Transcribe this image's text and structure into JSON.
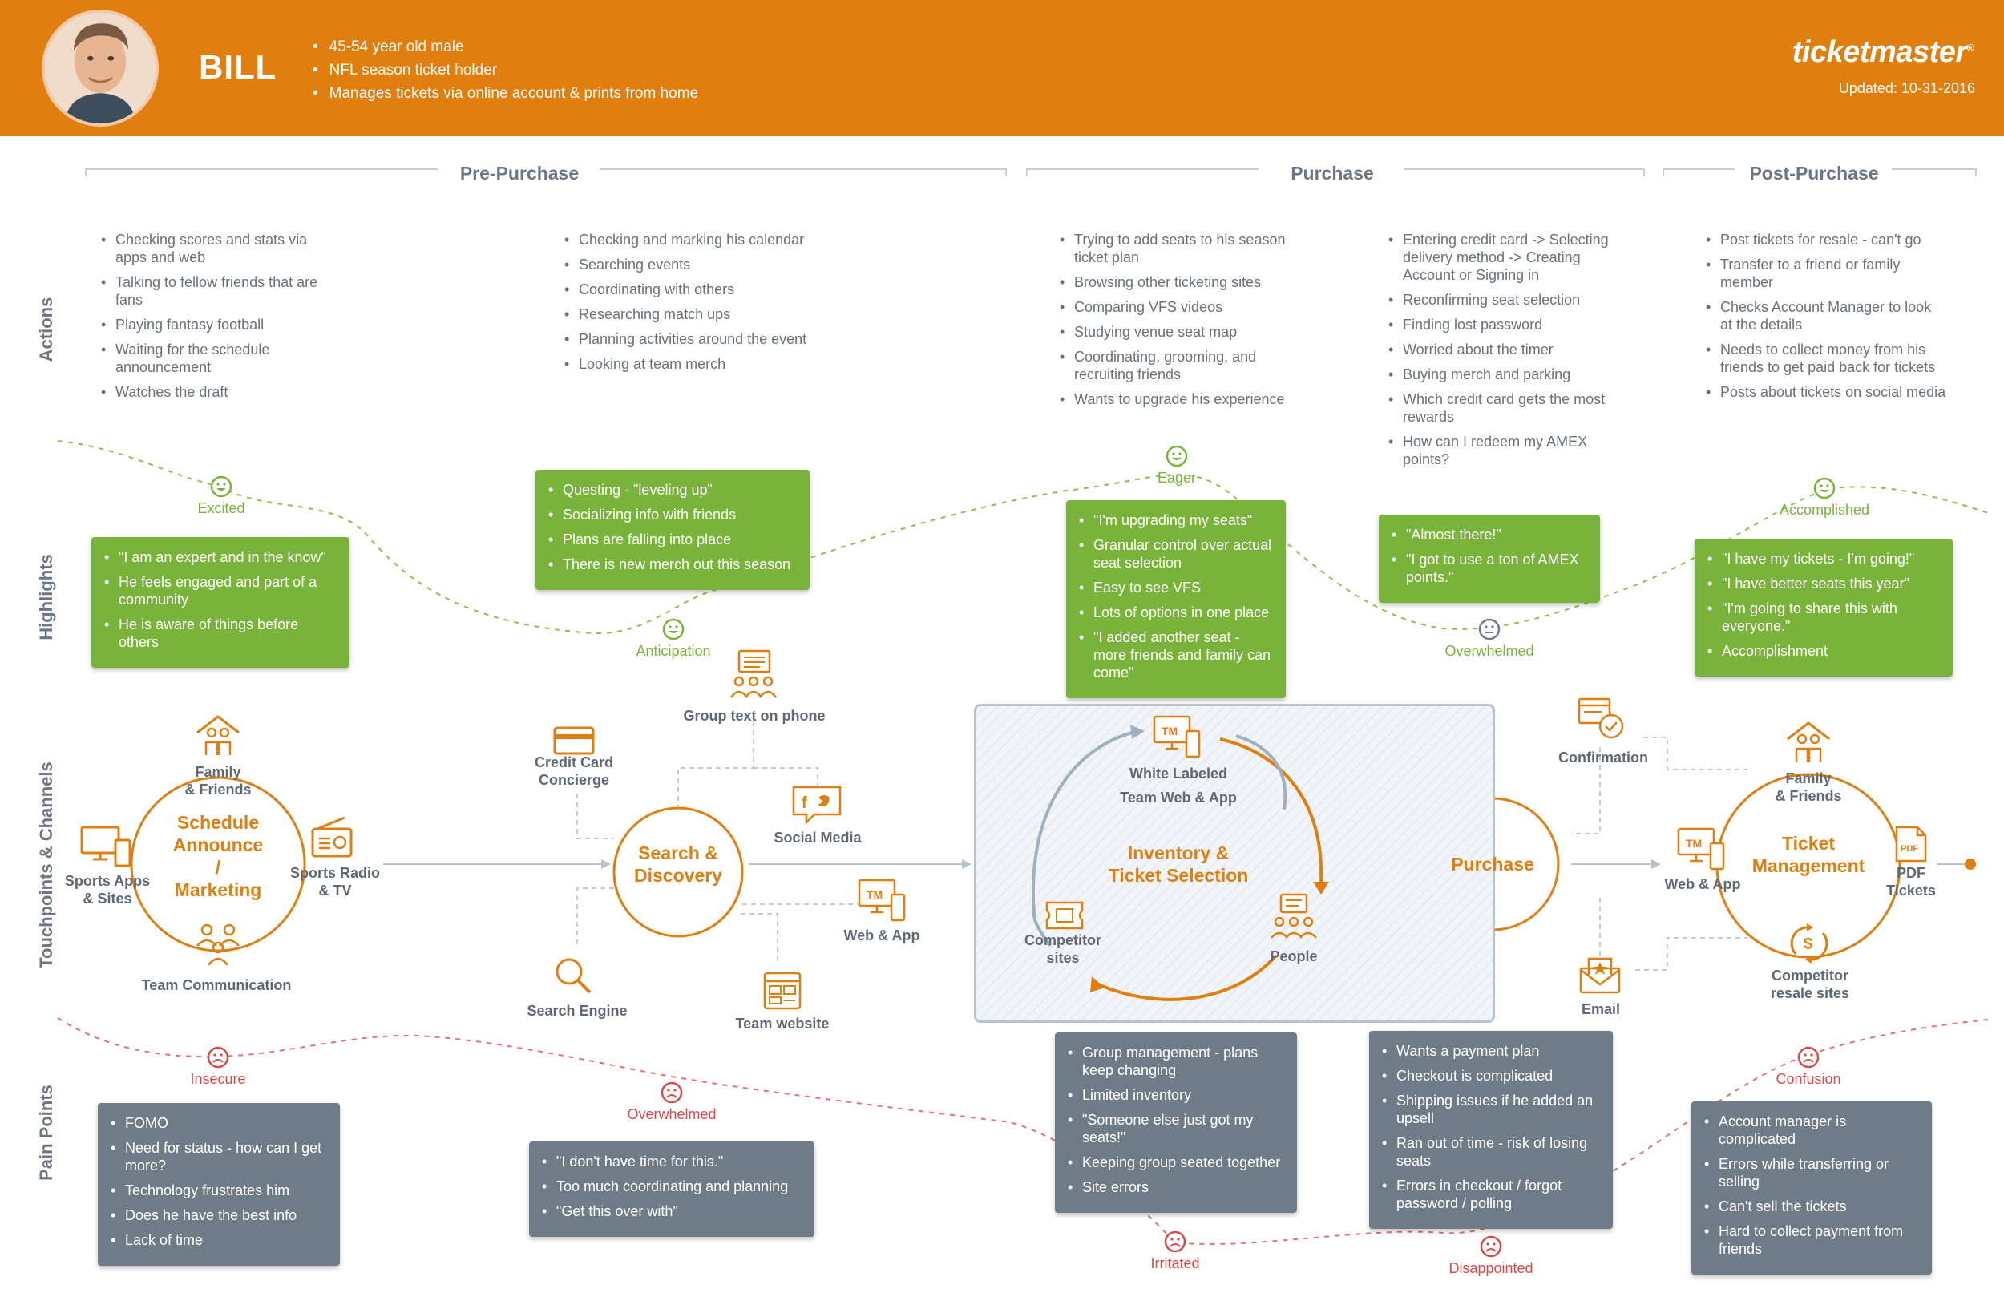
{
  "persona": {
    "name": "BILL",
    "facts": [
      "45-54 year old male",
      "NFL season ticket holder",
      "Manages tickets via online account & prints from home"
    ]
  },
  "brand": {
    "name": "ticketmaster",
    "mark": "®",
    "updated": "Updated: 10-31-2016"
  },
  "stages": {
    "pre": "Pre-Purchase",
    "purchase": "Purchase",
    "post": "Post-Purchase"
  },
  "rows": {
    "actions": "Actions",
    "highlights": "Highlights",
    "touchpoints": "Touchpoints & Channels",
    "pain": "Pain Points"
  },
  "actions": {
    "col1": [
      "Checking scores and stats via apps and web",
      "Talking to fellow friends that are fans",
      "Playing fantasy football",
      "Waiting for the schedule announcement",
      "Watches the draft"
    ],
    "col2": [
      "Checking and marking his calendar",
      "Searching events",
      "Coordinating with others",
      "Researching match ups",
      "Planning activities around the event",
      "Looking at team merch"
    ],
    "col3": [
      "Trying to add seats to his season ticket plan",
      "Browsing other ticketing sites",
      "Comparing VFS videos",
      "Studying venue seat map",
      "Coordinating, grooming, and recruiting friends",
      "Wants to upgrade his experience"
    ],
    "col4": [
      "Entering credit card -> Selecting delivery method -> Creating Account or Signing in",
      "Reconfirming seat selection",
      "Finding lost password",
      "Worried about the timer",
      "Buying merch and parking",
      "Which credit card gets the most rewards",
      "How can I redeem my AMEX points?"
    ],
    "col5": [
      "Post tickets for resale - can't go",
      "Transfer to a friend or family member",
      "Checks Account Manager to look at the details",
      "Needs to collect money from his friends to get paid back for tickets",
      "Posts about tickets on social media"
    ]
  },
  "highlights": {
    "excited": {
      "emotion": "Excited",
      "items": [
        "\"I am an expert and in the know\"",
        "He feels engaged and part of a community",
        "He is aware of things before others"
      ]
    },
    "anticipation": {
      "emotion": "Anticipation",
      "items": [
        "Questing - \"leveling up\"",
        "Socializing info with friends",
        "Plans are falling into place",
        "There is new merch out this season"
      ]
    },
    "eager": {
      "emotion": "Eager",
      "items": [
        "\"I'm upgrading my seats\"",
        "Granular control over actual seat selection",
        "Easy to see VFS",
        "Lots of options in one place",
        "\"I added another seat - more friends and family can come\""
      ]
    },
    "overwhelmed": {
      "emotion": "Overwhelmed",
      "items": [
        "\"Almost there!\"",
        "\"I got to use a ton of AMEX points.\""
      ]
    },
    "accomplished": {
      "emotion": "Accomplished",
      "items": [
        "\"I have my tickets - I'm going!\"",
        "\"I have better seats this year\"",
        "\"I'm going to share this with everyone.\"",
        "Accomplishment"
      ]
    }
  },
  "touchpoints": {
    "schedule": {
      "hub": [
        "Schedule",
        "Announce",
        "/",
        "Marketing"
      ],
      "family": [
        "Family",
        "& Friends"
      ],
      "apps": [
        "Sports Apps",
        "& Sites"
      ],
      "radio": [
        "Sports Radio",
        "& TV"
      ],
      "team": "Team Communication"
    },
    "search": {
      "hub": [
        "Search &",
        "Discovery"
      ],
      "group_text": "Group text on phone",
      "credit": [
        "Credit Card",
        "Concierge"
      ],
      "social": "Social Media",
      "web_app": "Web & App",
      "engine": "Search Engine",
      "team_site": "Team website"
    },
    "inventory": {
      "hub": [
        "Inventory &",
        "Ticket Selection"
      ],
      "white": [
        "White Labeled",
        "Team Web & App"
      ],
      "competitor": [
        "Competitor",
        "sites"
      ],
      "people": "People"
    },
    "purchase": {
      "hub": "Purchase",
      "confirmation": "Confirmation",
      "email": "Email"
    },
    "ticket": {
      "hub": [
        "Ticket",
        "Management"
      ],
      "family": [
        "Family",
        "& Friends"
      ],
      "web_app": "Web & App",
      "pdf": [
        "PDF",
        "Tickets"
      ],
      "resale": [
        "Competitor",
        "resale sites"
      ]
    },
    "icon_tm": "TM",
    "icon_pdf": "PDF"
  },
  "pain": {
    "insecure": {
      "emotion": "Insecure",
      "items": [
        "FOMO",
        "Need for status - how can I get more?",
        "Technology frustrates him",
        "Does he have the best info",
        "Lack of time"
      ]
    },
    "overwhelmed": {
      "emotion": "Overwhelmed",
      "items": [
        "\"I don't have time for this.\"",
        "Too much coordinating and planning",
        "\"Get this over with\""
      ]
    },
    "irritated": {
      "emotion": "Irritated",
      "items": [
        "Group management - plans keep changing",
        "Limited inventory",
        "\"Someone else just got my seats!\"",
        "Keeping group seated together",
        "Site errors"
      ]
    },
    "disappointed": {
      "emotion": "Disappointed",
      "items": [
        "Wants a payment plan",
        "Checkout is complicated",
        "Shipping issues if he added an upsell",
        "Ran out of time - risk of losing seats",
        "Errors in checkout / forgot password / polling"
      ]
    },
    "confusion": {
      "emotion": "Confusion",
      "items": [
        "Account manager is complicated",
        "Errors while transferring or selling",
        "Can't sell the tickets",
        "Hard to collect payment from friends"
      ]
    }
  },
  "colors": {
    "header": "#e07e0f",
    "accent": "#e07e0f",
    "positive": "#7ab33b",
    "negative": "#e04848",
    "pain_box": "#6f7c88",
    "line": "#c9ced4"
  }
}
